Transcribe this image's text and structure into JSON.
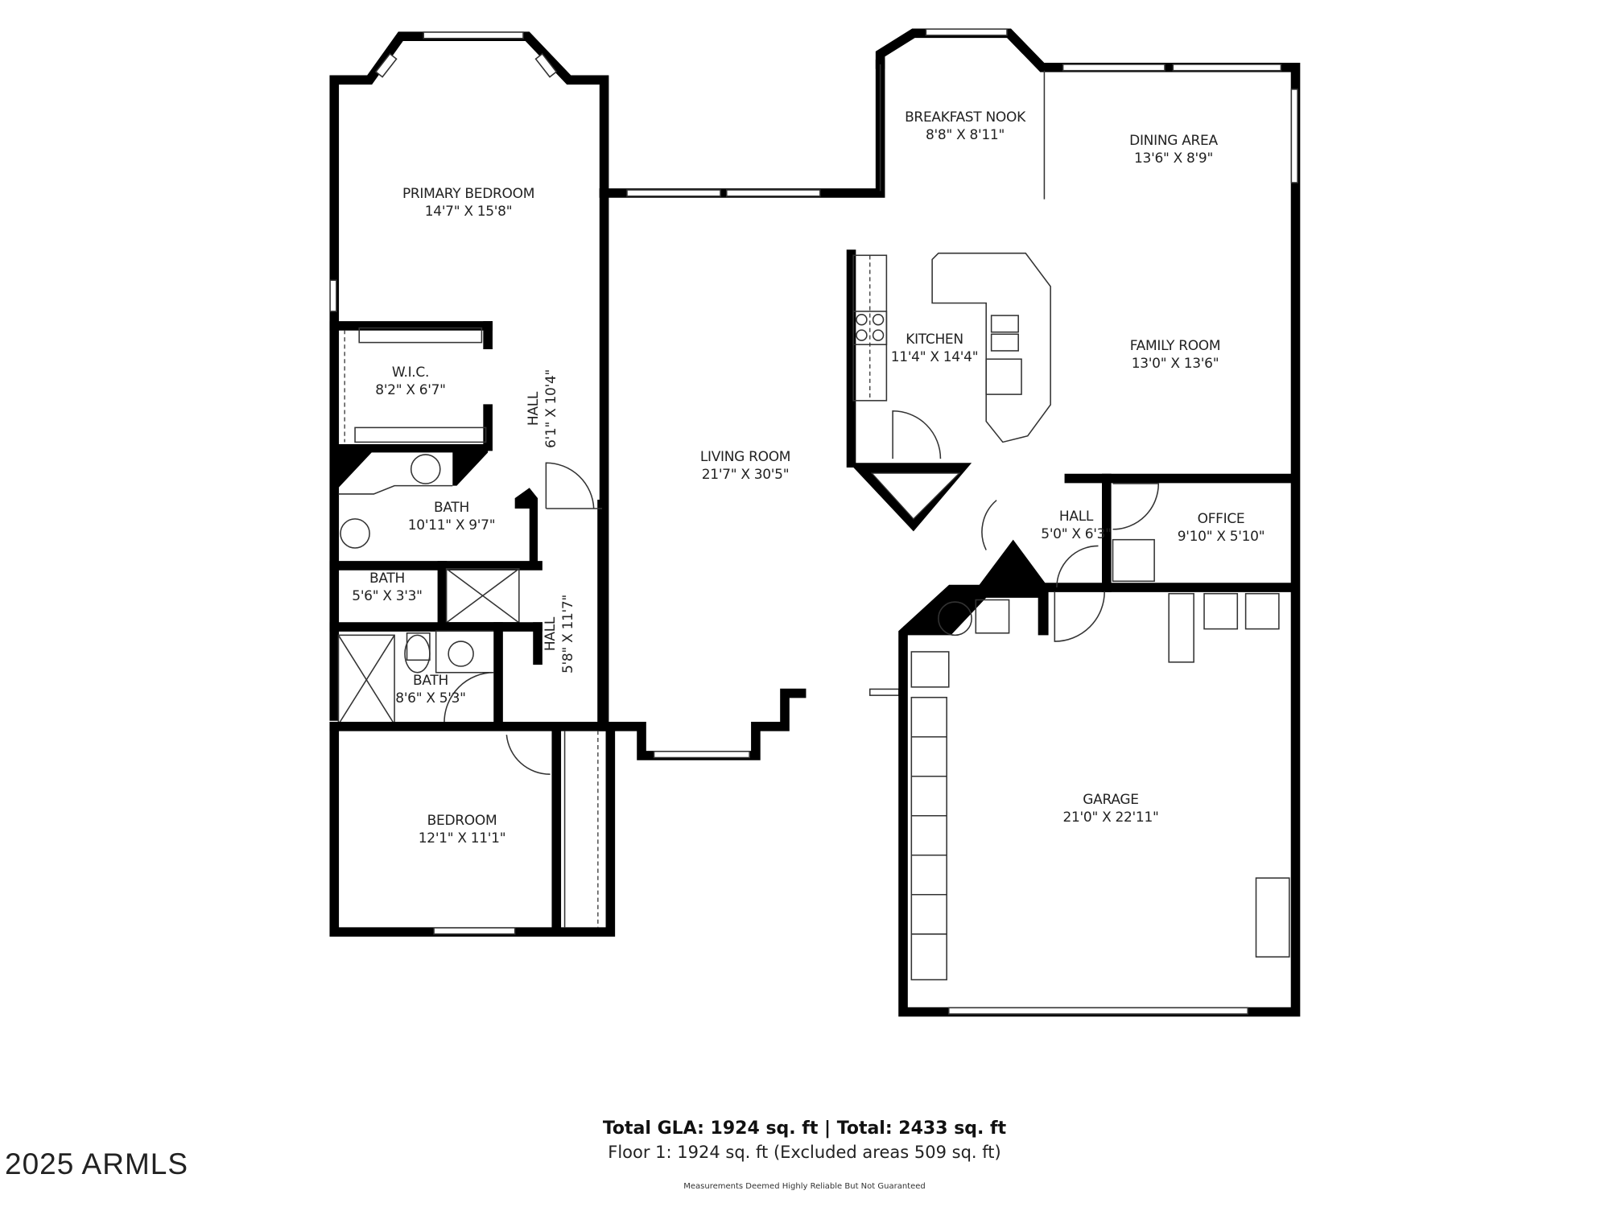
{
  "rooms": [
    {
      "id": "primary-bedroom",
      "name": "PRIMARY BEDROOM",
      "dims": "14'7\" X 15'8\""
    },
    {
      "id": "wic",
      "name": "W.I.C.",
      "dims": "8'2\" X 6'7\""
    },
    {
      "id": "hall-1",
      "name": "HALL",
      "dims": "6'1\" X 10'4\""
    },
    {
      "id": "bath-primary",
      "name": "BATH",
      "dims": "10'11\" X 9'7\""
    },
    {
      "id": "bath-small",
      "name": "BATH",
      "dims": "5'6\" X 3'3\""
    },
    {
      "id": "hall-2",
      "name": "HALL",
      "dims": "5'8\" X 11'7\""
    },
    {
      "id": "bath-2",
      "name": "BATH",
      "dims": "8'6\" X 5'3\""
    },
    {
      "id": "bedroom",
      "name": "BEDROOM",
      "dims": "12'1\" X 11'1\""
    },
    {
      "id": "living-room",
      "name": "LIVING ROOM",
      "dims": "21'7\" X 30'5\""
    },
    {
      "id": "breakfast-nook",
      "name": "BREAKFAST NOOK",
      "dims": "8'8\" X 8'11\""
    },
    {
      "id": "dining-area",
      "name": "DINING AREA",
      "dims": "13'6\" X 8'9\""
    },
    {
      "id": "kitchen",
      "name": "KITCHEN",
      "dims": "11'4\" X 14'4\""
    },
    {
      "id": "family-room",
      "name": "FAMILY ROOM",
      "dims": "13'0\" X 13'6\""
    },
    {
      "id": "hall-3",
      "name": "HALL",
      "dims": "5'0\" X 6'3\""
    },
    {
      "id": "office",
      "name": "OFFICE",
      "dims": "9'10\" X 5'10\""
    },
    {
      "id": "garage",
      "name": "GARAGE",
      "dims": "21'0\" X 22'11\""
    }
  ],
  "footer": {
    "total": "Total GLA: 1924 sq. ft | Total: 2433 sq. ft",
    "floor": "Floor 1: 1924 sq. ft (Excluded areas 509 sq. ft)",
    "disclaimer": "Measurements Deemed Highly Reliable But Not Guaranteed"
  },
  "watermark": "2025 ARMLS",
  "colors": {
    "wall": "#000000",
    "background": "#ffffff",
    "text": "#222222"
  }
}
